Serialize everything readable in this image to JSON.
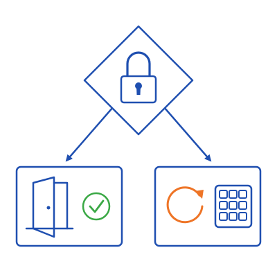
{
  "colors": {
    "primary": "#1f4fb0",
    "success": "#3aa845",
    "retry": "#ee7426",
    "background": "#ffffff"
  },
  "nodes": {
    "decision": {
      "icon": "lock-icon"
    },
    "left_outcome": {
      "icons": [
        "open-door-icon",
        "checkmark-circle-icon"
      ]
    },
    "right_outcome": {
      "icons": [
        "retry-arrow-icon",
        "keypad-icon"
      ]
    }
  },
  "edges": [
    {
      "from": "decision",
      "to": "left_outcome"
    },
    {
      "from": "decision",
      "to": "right_outcome"
    }
  ]
}
